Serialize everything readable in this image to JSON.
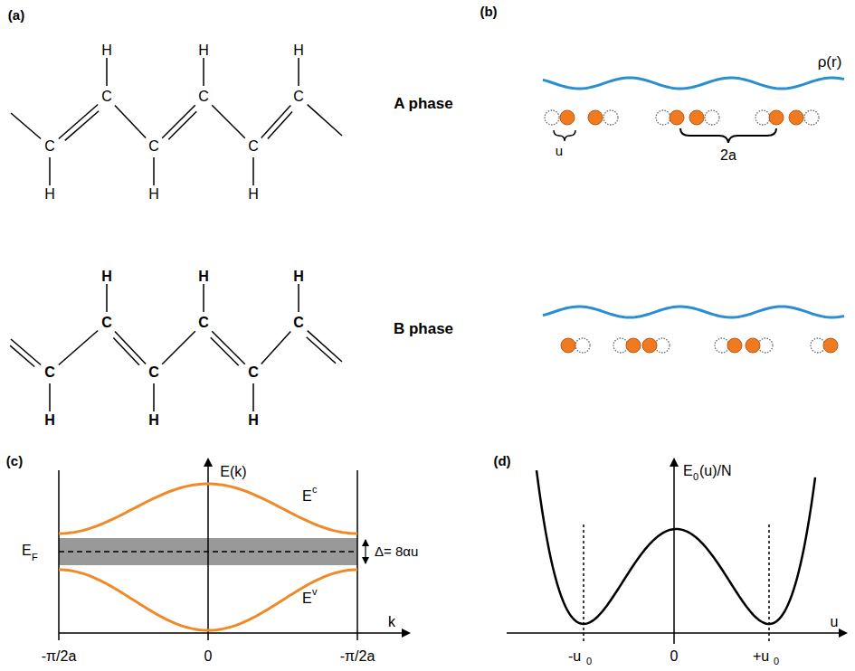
{
  "diagram": {
    "labels": [
      "(a)",
      "C",
      "C",
      "C",
      "C",
      "C",
      "C",
      "H",
      "H",
      "H",
      "H",
      "H",
      "H",
      "C",
      "C",
      "C",
      "C",
      "C",
      "C",
      "H",
      "H",
      "H",
      "H",
      "H",
      "H",
      "(b)",
      "A phase",
      "B phase",
      "ρ(r)",
      "u",
      "2a",
      "(c)",
      "E(k)",
      "E",
      "c",
      "E",
      "v",
      "E",
      "F",
      "Δ= 8αu",
      "k",
      "-π/2a",
      "0",
      "-π/2a",
      "(d)",
      "E",
      "0",
      "(u)/N",
      "u",
      "-u",
      "0",
      "0",
      "+u",
      "0"
    ]
  }
}
